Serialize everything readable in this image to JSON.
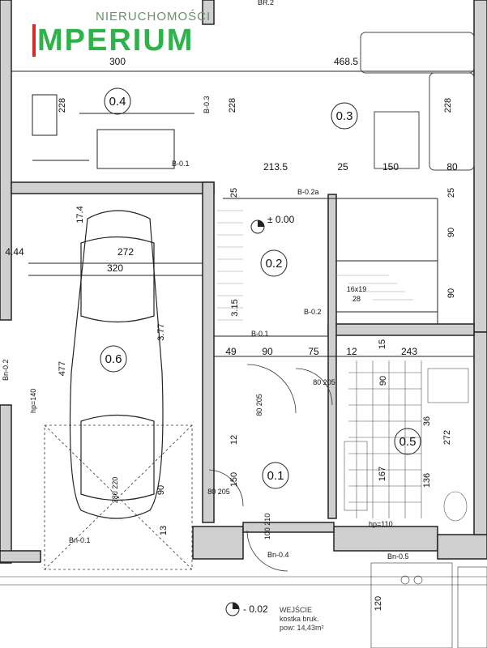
{
  "logo": {
    "brand": "MPERIUM",
    "brand_prefix": "I",
    "subtitle": "NIERUCHOMOŚCI"
  },
  "rooms": {
    "r04": "0.4",
    "r03": "0.3",
    "r02": "0.2",
    "r06": "0.6",
    "r05": "0.5",
    "r01": "0.1"
  },
  "dims": {
    "d300": "300",
    "d4685": "468.5",
    "d228a": "228",
    "d228b": "228",
    "d2135": "213.5",
    "d25a": "25",
    "d150a": "150",
    "d80a": "80",
    "d272": "272",
    "d320": "320",
    "d444": "4.44",
    "d477": "477",
    "d377": "3.77",
    "d315": "3.15",
    "d49": "49",
    "d90a": "90",
    "d75": "75",
    "d12a": "12",
    "d243": "243",
    "d90b": "90",
    "d90c": "90",
    "d90d": "90",
    "d167": "167",
    "d136": "136",
    "d272b": "272",
    "d36": "36",
    "d150b": "150",
    "d12b": "12",
    "d90e": "90",
    "d120": "120",
    "d25b": "25",
    "d25c": "25",
    "d15": "15",
    "d174": "17.4",
    "d13": "13"
  },
  "levels": {
    "main": "± 0.00",
    "outside": "- 0.02"
  },
  "doors": {
    "door1": "80\n205",
    "door2": "80\n205",
    "door3": "80\n205",
    "door4": "100\n210",
    "garage": "280\n220"
  },
  "stairs": {
    "steps": "16x19",
    "run": "28"
  },
  "tags": {
    "b01a": "B-0.1",
    "b01b": "B-0.1",
    "b02a": "B-0.2a",
    "b02b": "B-0.2",
    "b03": "B-0.3",
    "bn01": "Bn-0.1",
    "bn02": "Bn-0.2",
    "bn04": "Bn-0.4",
    "bn05": "Bn-0.5",
    "hp140": "hp=140",
    "hp110": "hp=110",
    "top": "BR.2"
  },
  "entrance": {
    "line1": "WEJŚCIE",
    "line2": "kostka bruk.",
    "line3": "pow: 14,43m²"
  }
}
